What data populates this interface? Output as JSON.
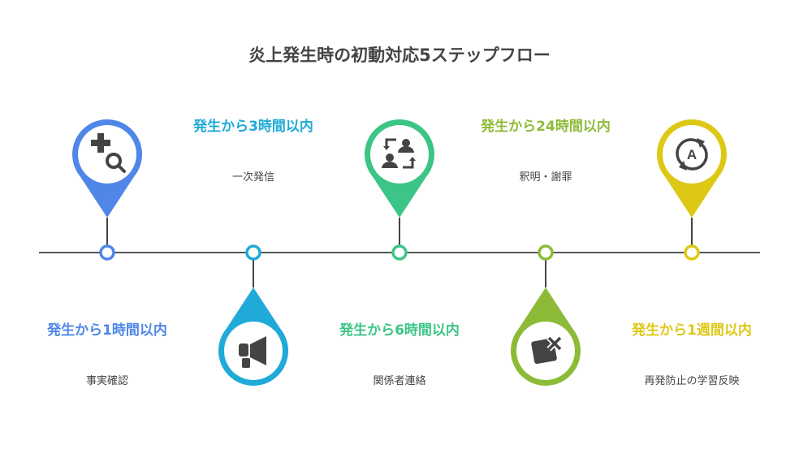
{
  "title": "炎上発生時の初動対応5ステップフロー",
  "steps": [
    {
      "time": "発生から1時間以内",
      "action": "事実確認",
      "color": "#4F86E8",
      "icon": "medical-search-icon",
      "position": "above"
    },
    {
      "time": "発生から3時間以内",
      "action": "一次発信",
      "color": "#1FAAD8",
      "icon": "megaphone-icon",
      "position": "below"
    },
    {
      "time": "発生から6時間以内",
      "action": "関係者連絡",
      "color": "#3CC586",
      "icon": "people-exchange-icon",
      "position": "above"
    },
    {
      "time": "発生から24時間以内",
      "action": "釈明・謝罪",
      "color": "#8DBB37",
      "icon": "note-cancel-icon",
      "position": "below"
    },
    {
      "time": "発生から1週間以内",
      "action": "再発防止の学習反映",
      "color": "#DEC816",
      "icon": "autorenew-icon",
      "position": "above"
    }
  ]
}
